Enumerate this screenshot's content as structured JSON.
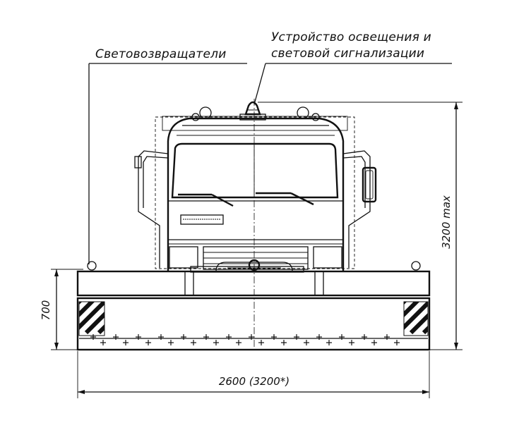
{
  "labels": {
    "reflectors": "Световозвращатели",
    "lighting_line1": "Устройство освещения и",
    "lighting_line2": "световой сигнализации"
  },
  "dimensions": {
    "height_max": "3200 max",
    "blade_height": "700",
    "blade_width": "2600 (3200*)"
  },
  "icons": {
    "beacon": "rotating-beacon-icon",
    "reflector": "reflector-icon",
    "hazard": "hazard-stripe-panel"
  }
}
